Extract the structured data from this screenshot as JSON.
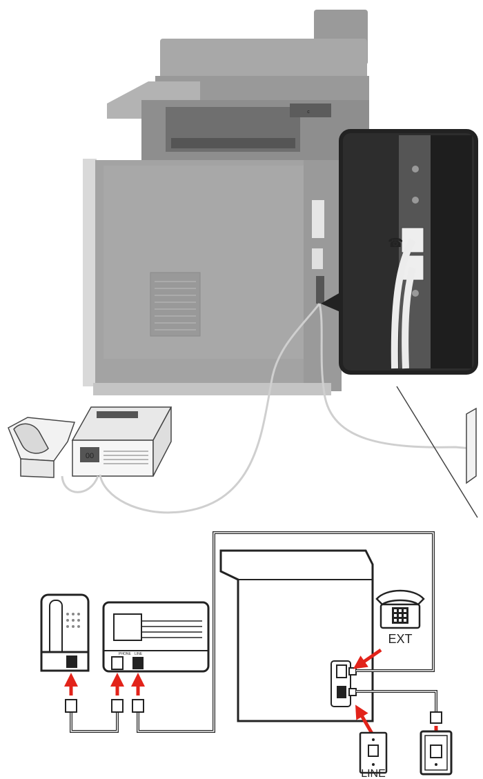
{
  "illustration": {
    "printer_model": "multifunction-printer",
    "answering_machine_display": "00",
    "port_tiny_labels": [
      "PHONE",
      "LINE"
    ]
  },
  "schematic": {
    "ext_label": "EXT",
    "line_label": "LINE",
    "phone_port_label": "PHONE",
    "line_port_label": "LINE"
  },
  "colors": {
    "printer_body": "#a3a3a3",
    "printer_dark": "#7d7d7d",
    "cable": "#f2f2f2",
    "arrow_red": "#e2231a",
    "outline": "#222222"
  }
}
